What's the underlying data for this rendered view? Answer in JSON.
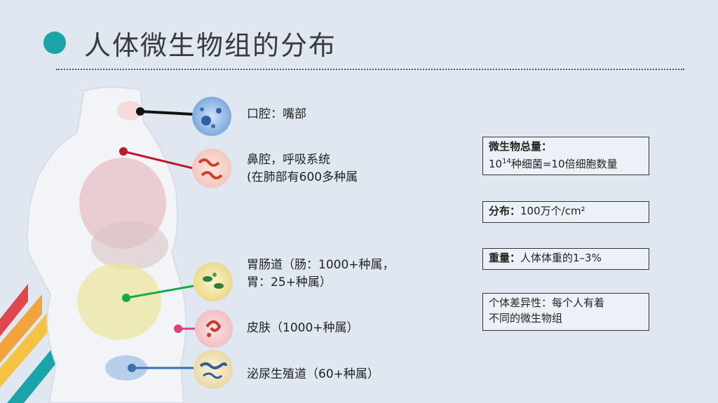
{
  "title": "人体微生物组的分布",
  "sites": [
    {
      "line1": "口腔：嘴部",
      "line2": ""
    },
    {
      "line1": "鼻腔，呼吸系统",
      "line2": "(在肺部有600多种属"
    },
    {
      "line1": "胃肠道（肠：1000+种属，",
      "line2": "胃：25+种属）"
    },
    {
      "line1": "皮肤（1000+种属）",
      "line2": ""
    },
    {
      "line1": "泌尿生殖道（60+种属）",
      "line2": ""
    }
  ],
  "facts": {
    "total_label": "微生物总量：",
    "total_prefix": "10",
    "total_exp": "14",
    "total_suffix": "种细菌=10倍细胞数量",
    "dist_label": "分布：",
    "dist_value": "100万个/cm²",
    "weight_label": "重量：",
    "weight_value": "人体体重的1–3%",
    "variation_line1": "个体差异性：每个人有着",
    "variation_line2": "不同的微生物组"
  },
  "colors": {
    "accent": "#1aa3a8",
    "oral_line": "#111111",
    "nasal_line": "#c0182a",
    "gut_line": "#1aa84a",
    "skin_line": "#e0407a",
    "uro_line": "#3a6fb0"
  }
}
